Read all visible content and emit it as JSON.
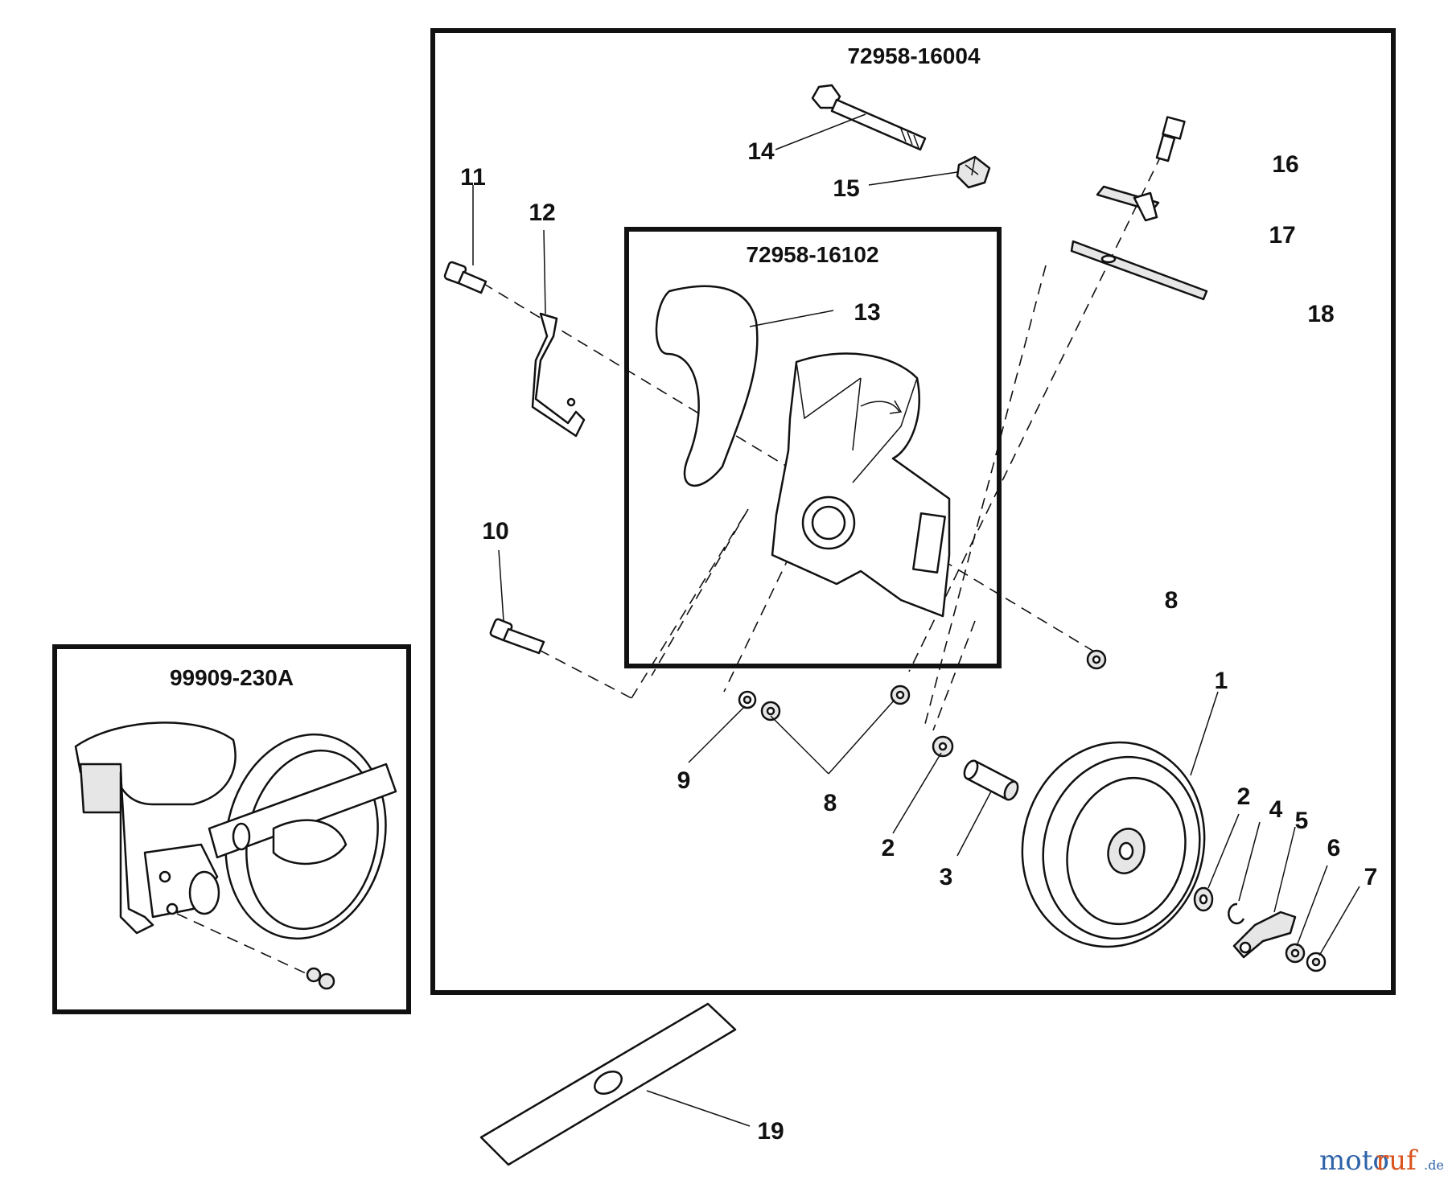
{
  "assemblies": {
    "main": "72958-16004",
    "guard": "72958-16102",
    "inset": "99909-230A"
  },
  "labels": {
    "p1": "1",
    "p2a": "2",
    "p2b": "2",
    "p3": "3",
    "p4": "4",
    "p5": "5",
    "p6": "6",
    "p7": "7",
    "p8a": "8",
    "p8b": "8",
    "p9": "9",
    "p10": "10",
    "p11": "11",
    "p12": "12",
    "p13": "13",
    "p14": "14",
    "p15": "15",
    "p16": "16",
    "p17": "17",
    "p18": "18",
    "p19": "19"
  },
  "watermark": {
    "part1": "moto",
    "part2": "ruf",
    "suffix": ".de"
  }
}
